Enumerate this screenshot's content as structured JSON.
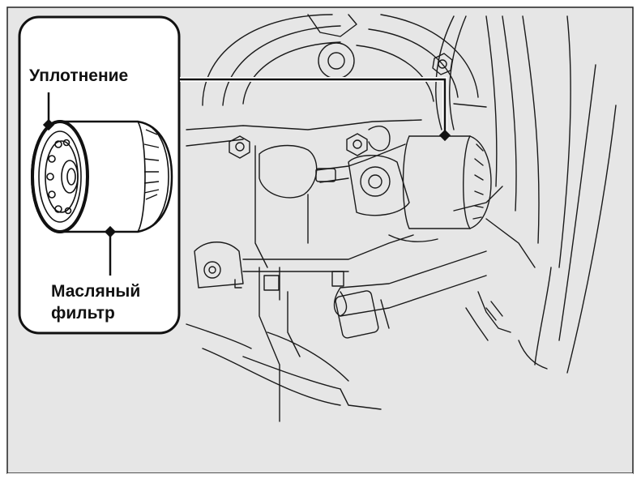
{
  "labels": {
    "seal": "Уплотнение",
    "filter_line1": "Масляный",
    "filter_line2": "фильтр"
  },
  "colors": {
    "background": "#ffffff",
    "panel": "#e6e6e6",
    "line": "#1a1a1a"
  }
}
